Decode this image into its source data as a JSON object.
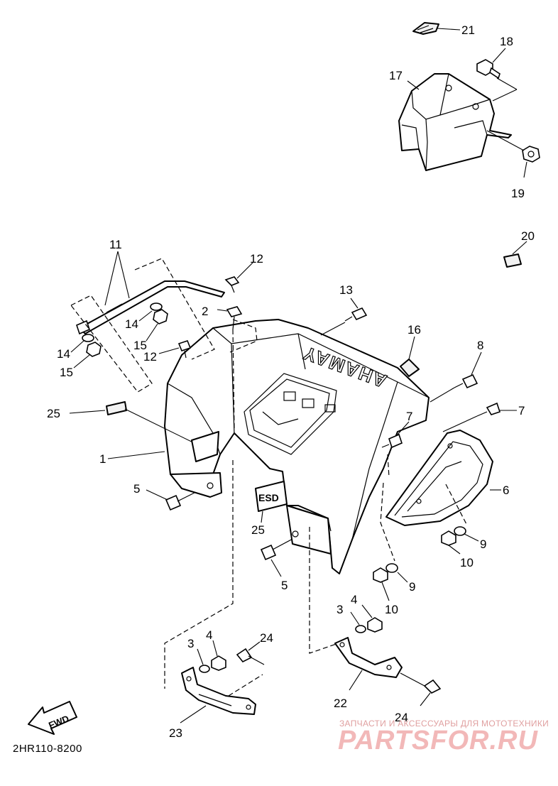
{
  "diagram": {
    "code": "2HR110-8200",
    "fwd_label": "FWD",
    "decal_text": "YAMAHA",
    "plate_text": "ESD",
    "watermark_caption": "ЗАПЧАСТИ И АКСЕССУАРЫ ДЛЯ МОТОТЕХНИКИ",
    "watermark_brand": "PARTSFOR.RU",
    "callouts": {
      "c1": "1",
      "c2": "2",
      "c3a": "3",
      "c3b": "3",
      "c4a": "4",
      "c4b": "4",
      "c5a": "5",
      "c5b": "5",
      "c6": "6",
      "c7a": "7",
      "c7b": "7",
      "c8": "8",
      "c9a": "9",
      "c9b": "9",
      "c10a": "10",
      "c10b": "10",
      "c11": "11",
      "c12a": "12",
      "c12b": "12",
      "c13": "13",
      "c14a": "14",
      "c14b": "14",
      "c15a": "15",
      "c15b": "15",
      "c16": "16",
      "c17": "17",
      "c18": "18",
      "c19": "19",
      "c20": "20",
      "c21": "21",
      "c22": "22",
      "c23": "23",
      "c24a": "24",
      "c24b": "24",
      "c25a": "25",
      "c25b": "25"
    }
  }
}
